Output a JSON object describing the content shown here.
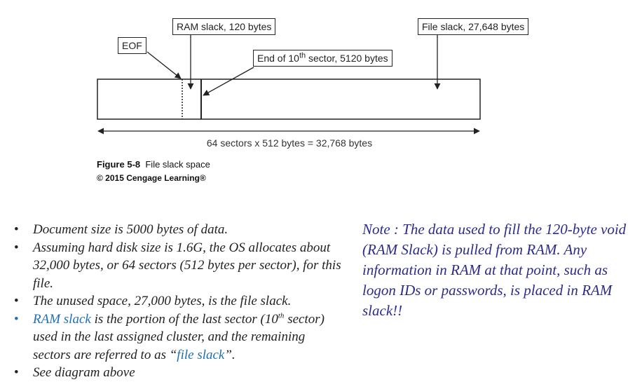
{
  "diagram": {
    "label_eof": "EOF",
    "label_ram_slack": "RAM slack, 120 bytes",
    "label_end_sector_prefix": "End of 10",
    "label_end_sector_sup": "th",
    "label_end_sector_suffix": " sector, 5120 bytes",
    "label_file_slack": "File slack, 27,648 bytes",
    "dimension_label": "64 sectors x 512 bytes = 32,768 bytes",
    "figure_number": "Figure 5-8",
    "figure_title": "File slack space",
    "copyright": "© 2015 Cengage Learning®"
  },
  "bullets": {
    "b1": "Document size is 5000 bytes of data.",
    "b2": "Assuming hard disk size is 1.6G, the OS allocates about 32,000 bytes, or 64 sectors (512 bytes per sector), for this file.",
    "b3": "The unused space, 27,000 bytes, is the file slack.",
    "b4_link": "RAM slack",
    "b4_text1": " is the portion of the last sector (10",
    "b4_sup": "th",
    "b4_text2": " sector) used in the last assigned cluster, and the remaining sectors are referred to as “",
    "b4_link2": "file slack",
    "b4_text3": "”.",
    "b5": "See diagram above",
    "bullet_char": "•"
  },
  "note": "Note : The data used to fill the 120-byte void (RAM Slack) is pulled from RAM. Any information in RAM at that point, such as logon IDs or passwords, is placed in RAM slack!!",
  "colors": {
    "link_blue": "#1f6fb5",
    "note_color": "#2b2b8c"
  }
}
